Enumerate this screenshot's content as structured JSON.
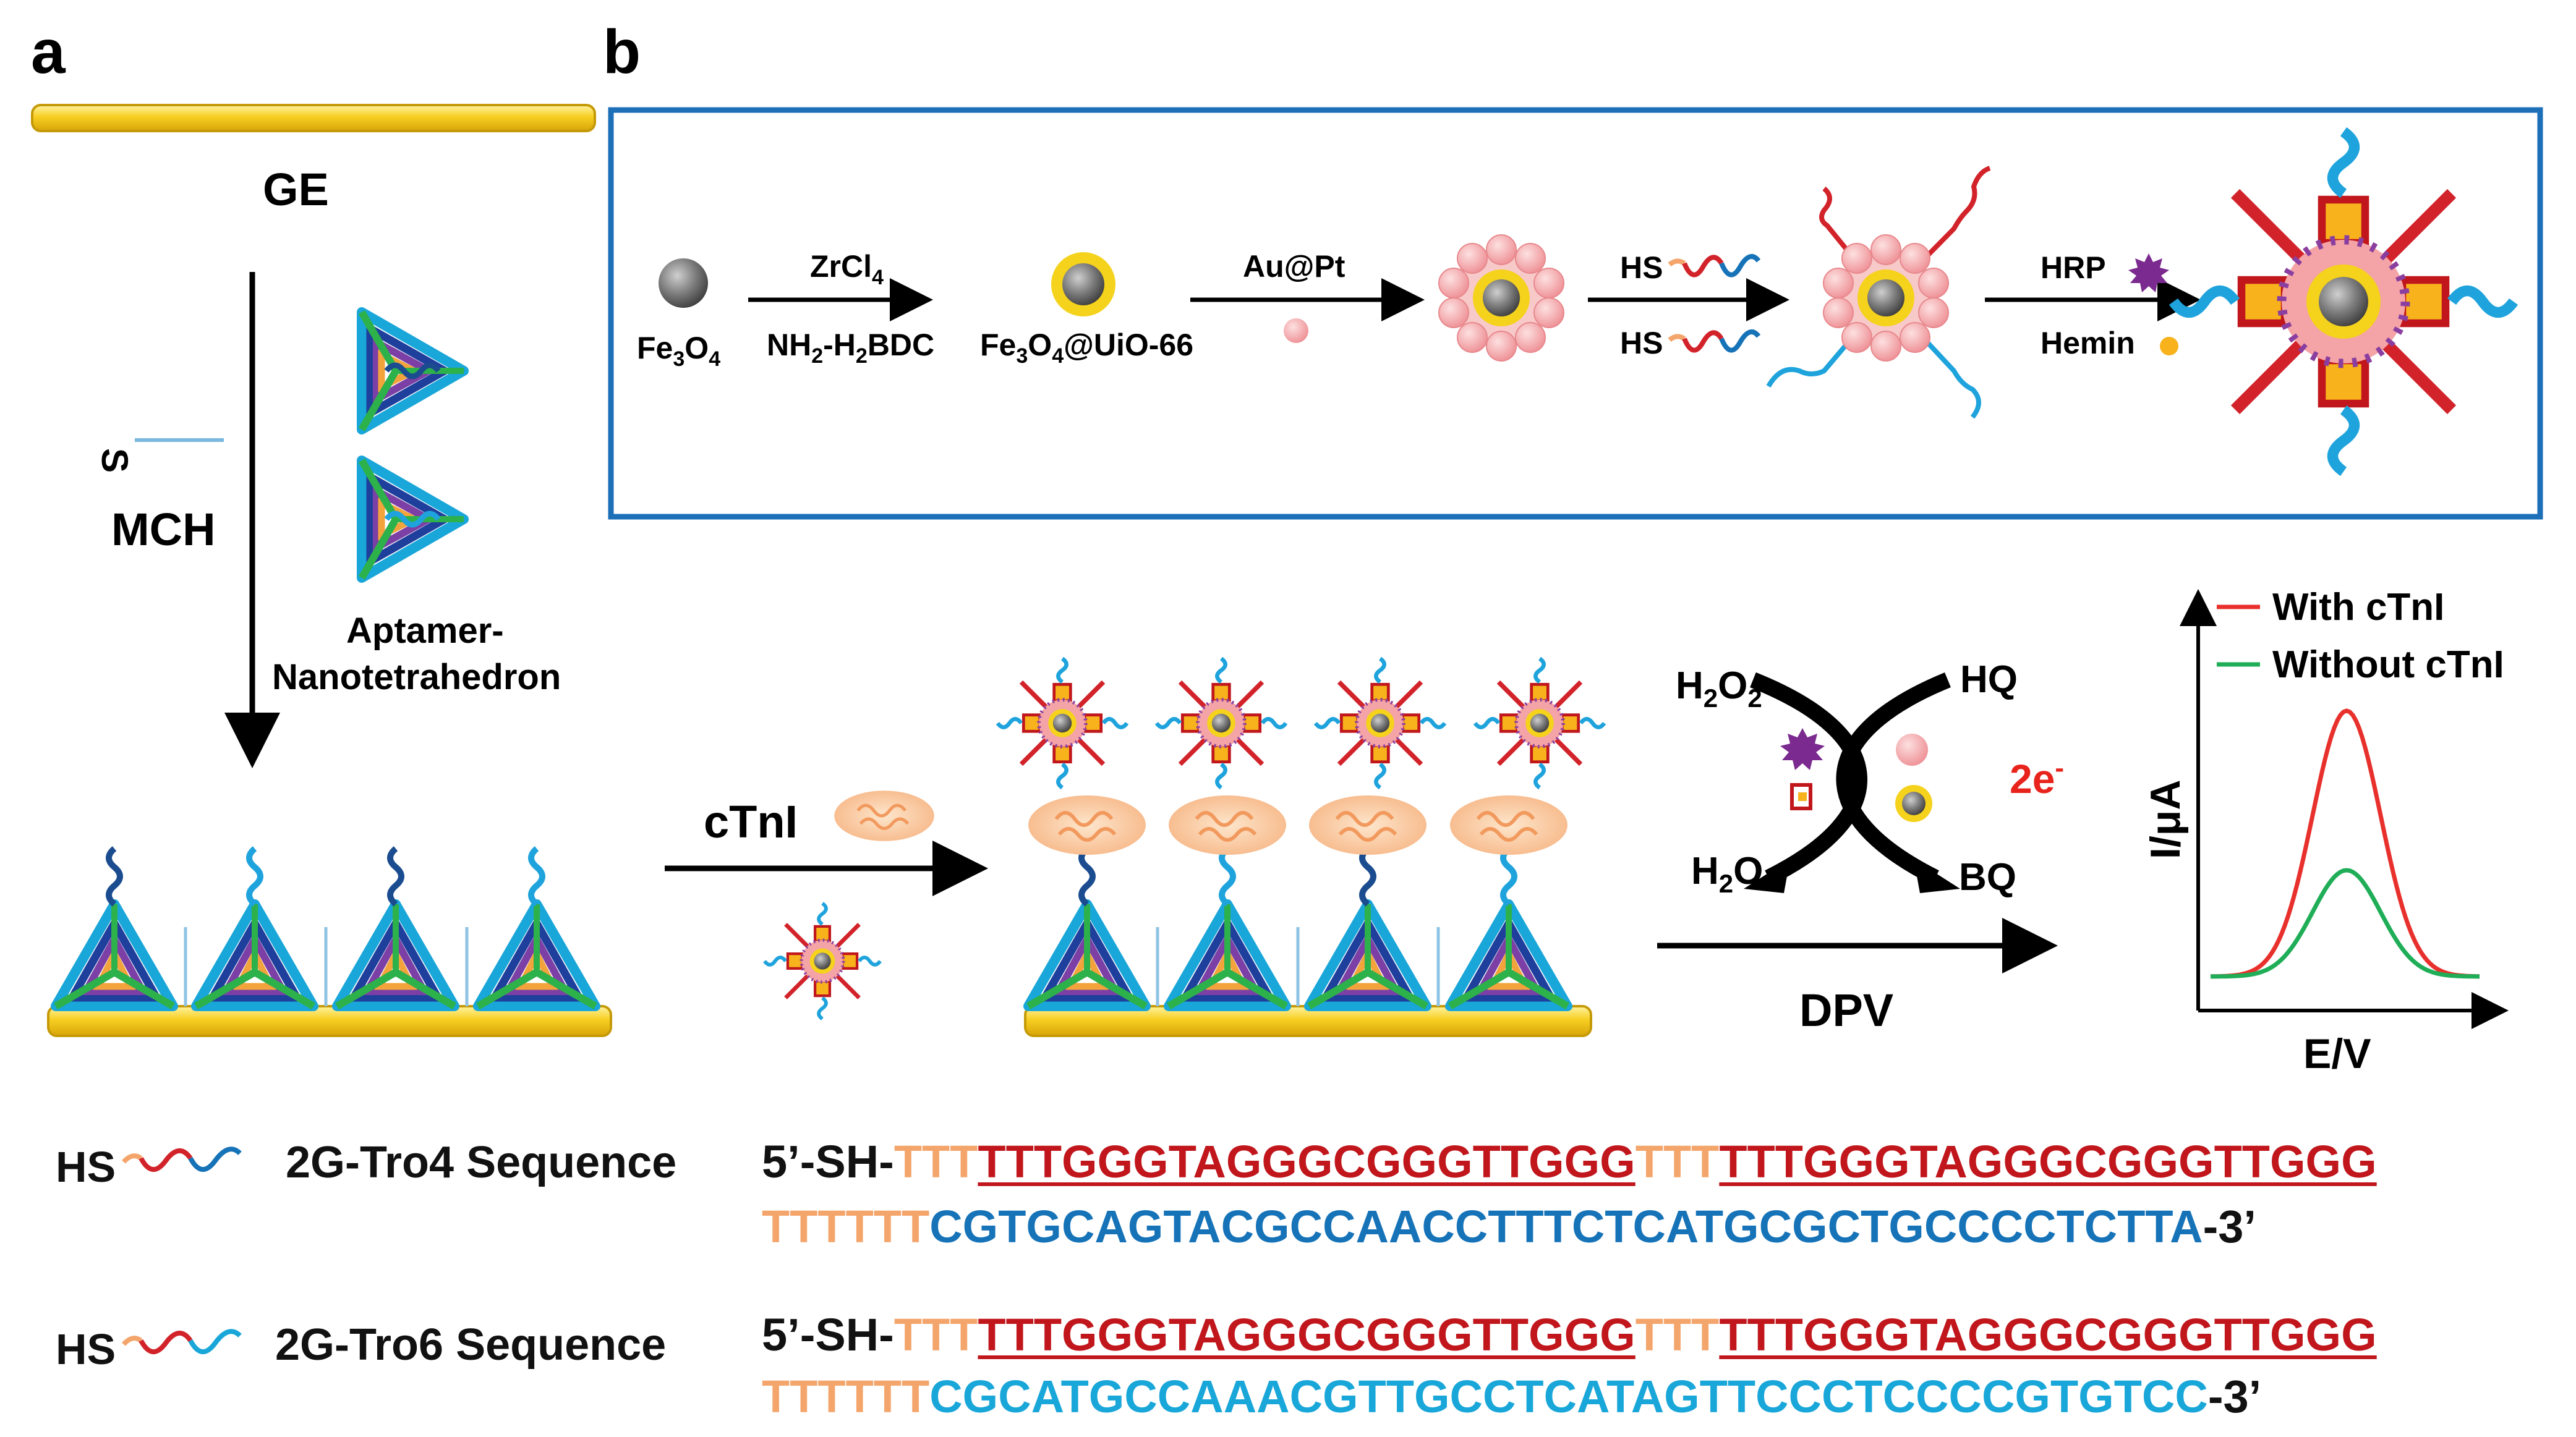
{
  "panels": {
    "a": "a",
    "b": "b"
  },
  "panel_a": {
    "electrode_label": "GE",
    "mch_label": "MCH",
    "thiol_symbol": "S",
    "aptamer_label_line1": "Aptamer-",
    "aptamer_label_line2": "Nanotetrahedron"
  },
  "synthesis": {
    "fe3o4": {
      "base": "Fe",
      "sub1": "3",
      "mid": "O",
      "sub2": "4"
    },
    "step1_top": {
      "base": "ZrCl",
      "sub": "4"
    },
    "step1_bottom": {
      "a": "NH",
      "sub1": "2",
      "b": "-H",
      "sub2": "2",
      "c": "BDC"
    },
    "mof": {
      "a": "Fe",
      "sub1": "3",
      "b": "O",
      "sub2": "4",
      "c": "@UiO-66"
    },
    "step2_top": "Au@Pt",
    "hs1": "HS",
    "hs2": "HS",
    "step4_top": "HRP",
    "step4_bottom": "Hemin"
  },
  "detection": {
    "analyte_label": "cTnI",
    "h2o2": {
      "a": "H",
      "sub1": "2",
      "b": "O",
      "sub2": "2"
    },
    "h2o": {
      "a": "H",
      "sub1": "2",
      "b": "O"
    },
    "hq": "HQ",
    "bq": "BQ",
    "electrons": {
      "base": "2e",
      "sup": "-"
    },
    "method": "DPV"
  },
  "chart_data": {
    "type": "line",
    "xlabel": "E/V",
    "ylabel": "I/μA",
    "legend_position": "top-right",
    "series": [
      {
        "name": "With cTnI",
        "color": "#e8302c",
        "peak_relative": 1.0
      },
      {
        "name": "Without cTnI",
        "color": "#1fae57",
        "peak_relative": 0.4
      }
    ]
  },
  "sequences": [
    {
      "hs": "HS",
      "name": "2G-Tro4 Sequence",
      "line1": [
        {
          "t": "5’-SH-",
          "c": "blk"
        },
        {
          "t": "TTT",
          "c": "orange"
        },
        {
          "t": "TTTGGGTAGGGCGGGTTGGG",
          "c": "red",
          "u": true
        },
        {
          "t": "TTT",
          "c": "orange"
        },
        {
          "t": "TTTGGGTAGGGCGGGTTGGG",
          "c": "red",
          "u": true
        }
      ],
      "line2": [
        {
          "t": "TTTTTT",
          "c": "orange"
        },
        {
          "t": "CGTGCAGTACGCCAACCTTTCTCATGCGCTGCCCCTCTTA",
          "c": "blue"
        },
        {
          "t": "-3’",
          "c": "blk"
        }
      ]
    },
    {
      "hs": "HS",
      "name": "2G-Tro6 Sequence",
      "line1": [
        {
          "t": "5’-SH-",
          "c": "blk"
        },
        {
          "t": "TTT",
          "c": "orange"
        },
        {
          "t": "TTTGGGTAGGGCGGGTTGGG",
          "c": "red",
          "u": true
        },
        {
          "t": "TTT",
          "c": "orange"
        },
        {
          "t": "TTTGGGTAGGGCGGGTTGGG",
          "c": "red",
          "u": true
        }
      ],
      "line2": [
        {
          "t": "TTTTTT",
          "c": "orange"
        },
        {
          "t": "CGCATGCCAAACGTTGCCTCATAGTTCCCTCCCCGTGTCC",
          "c": "cyan"
        },
        {
          "t": "-3’",
          "c": "blk"
        }
      ]
    }
  ],
  "colors": {
    "gold": "#f5c518",
    "frame_blue": "#1d6fb8",
    "strand_red": "#d2232a",
    "strand_blue": "#1fa3dc",
    "core_gray": "#6b6b6b",
    "pt_pink": "#f4a3a6",
    "hemin_orange": "#f7b21c",
    "hrp_purple": "#7b2a8f"
  }
}
